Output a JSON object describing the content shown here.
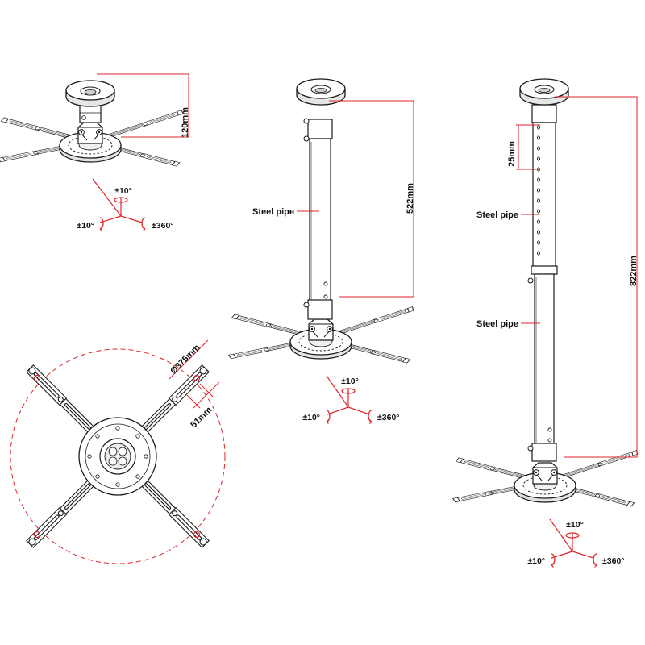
{
  "colors": {
    "line": "#1a1a1a",
    "dimension": "#e0262b",
    "fill": "#ffffff",
    "shade": "#d9d9d9"
  },
  "views": {
    "short_mount": {
      "height_label": "120mm",
      "tilt_label": "±10°",
      "swivel_label": "±10°",
      "rotate_label": "±360°"
    },
    "medium_mount": {
      "pipe_label": "Steel pipe",
      "length_label": "522mm",
      "tilt_label": "±10°",
      "swivel_label": "±10°",
      "rotate_label": "±360°"
    },
    "long_mount": {
      "hole_spacing_label": "25mm",
      "upper_pipe_label": "Steel pipe",
      "lower_pipe_label": "Steel pipe",
      "length_label": "822mm",
      "tilt_label": "±10°",
      "swivel_label": "±10°",
      "rotate_label": "±360°"
    },
    "top_view": {
      "diameter_label": "Ø375mm",
      "arm_width_label": "51mm"
    }
  }
}
